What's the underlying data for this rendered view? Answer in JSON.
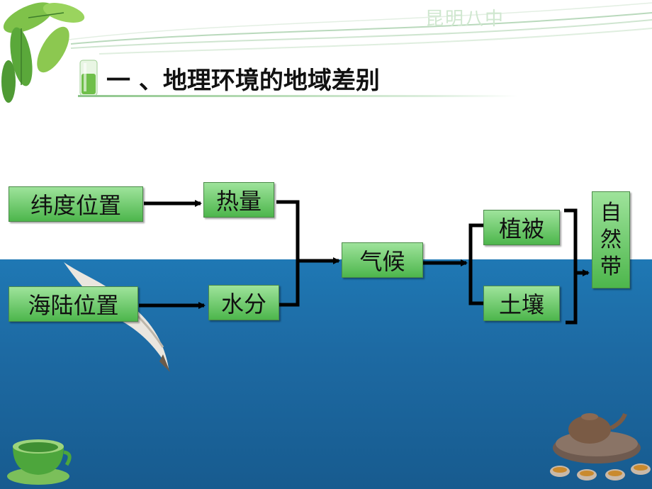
{
  "header": {
    "school_name": "昆明八中",
    "title": "一 、地理环境的地域差别"
  },
  "diagram": {
    "nodes": {
      "latitude": "纬度位置",
      "land_sea": "海陆位置",
      "heat": "热量",
      "water": "水分",
      "climate": "气候",
      "vegetation": "植被",
      "soil": "土壤",
      "natural_zone": [
        "自",
        "然",
        "带"
      ]
    }
  },
  "colors": {
    "box_top": "#9ee39b",
    "box_bottom": "#4db64c",
    "sea": "#1d6aa3",
    "arrow": "#000000"
  },
  "icons": [
    "leaf-decoration-icon",
    "seagull-icon",
    "tea-cup-icon",
    "teapot-icon",
    "glass-icon"
  ]
}
